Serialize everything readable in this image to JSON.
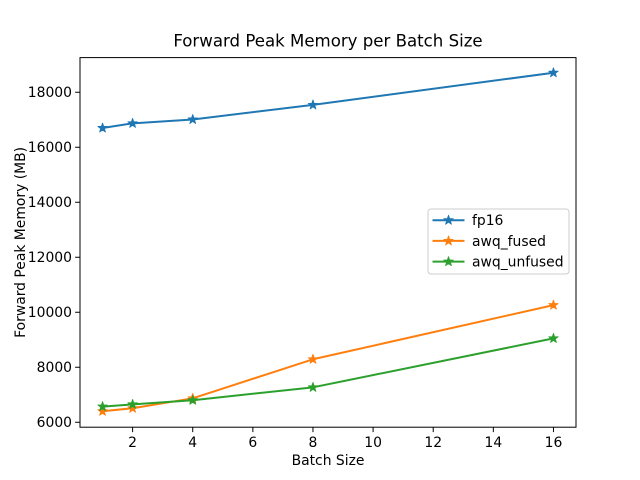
{
  "figure": {
    "background": "#ffffff",
    "axis_color": "#000000",
    "text_color": "#000000",
    "legend_border_color": "#cccccc"
  },
  "chart_data": {
    "type": "line",
    "title": "Forward Peak Memory per Batch Size",
    "xlabel": "Batch Size",
    "ylabel": "Forward Peak Memory (MB)",
    "x": [
      1,
      2,
      4,
      8,
      16
    ],
    "series": [
      {
        "name": "fp16",
        "color": "#1f77b4",
        "values": [
          16700,
          16870,
          17010,
          17540,
          18710
        ]
      },
      {
        "name": "awq_fused",
        "color": "#ff7f0e",
        "values": [
          6400,
          6510,
          6870,
          8290,
          10260
        ]
      },
      {
        "name": "awq_unfused",
        "color": "#2ca02c",
        "values": [
          6570,
          6650,
          6800,
          7270,
          9050
        ]
      }
    ],
    "xticks": [
      2,
      4,
      6,
      8,
      10,
      12,
      14,
      16
    ],
    "yticks": [
      6000,
      8000,
      10000,
      12000,
      14000,
      16000,
      18000
    ],
    "xlim": [
      0.25,
      16.75
    ],
    "ylim": [
      5820,
      19260
    ],
    "marker": "star",
    "grid": false,
    "legend": {
      "position": "center-right",
      "entries": [
        "fp16",
        "awq_fused",
        "awq_unfused"
      ]
    }
  }
}
